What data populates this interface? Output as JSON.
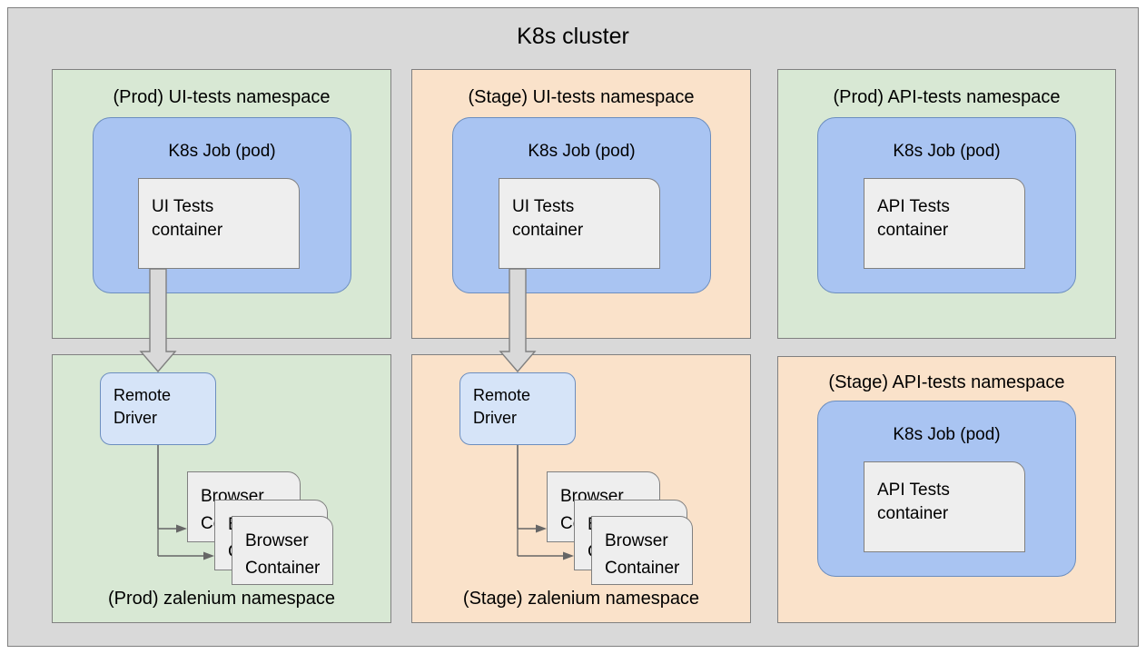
{
  "cluster": {
    "title": "K8s cluster",
    "background_color": "#d9d9d9",
    "border_color": "#808080"
  },
  "colors": {
    "namespace_prod": "#d8e8d4",
    "namespace_stage": "#fae2ca",
    "pod_fill": "#a9c4f2",
    "pod_border": "#6c8ebf",
    "container_fill": "#eeeeee",
    "container_border": "#808080",
    "driver_fill": "#d6e4f8",
    "arrow_fill": "#d9d9d9",
    "arrow_stroke": "#808080",
    "line_stroke": "#666666"
  },
  "namespaces": [
    {
      "id": "prod-ui-tests",
      "label": "(Prod) UI-tests namespace",
      "env": "Prod",
      "pod": {
        "label": "K8s Job (pod)",
        "container": {
          "line1": "UI Tests",
          "line2": "container"
        }
      }
    },
    {
      "id": "stage-ui-tests",
      "label": "(Stage) UI-tests namespace",
      "env": "Stage",
      "pod": {
        "label": "K8s Job (pod)",
        "container": {
          "line1": "UI Tests",
          "line2": "container"
        }
      }
    },
    {
      "id": "prod-api-tests",
      "label": "(Prod) API-tests namespace",
      "env": "Prod",
      "pod": {
        "label": "K8s Job (pod)",
        "container": {
          "line1": "API Tests",
          "line2": "container"
        }
      }
    },
    {
      "id": "prod-zalenium",
      "label": "(Prod) zalenium namespace",
      "env": "Prod",
      "driver": {
        "line1": "Remote",
        "line2": "Driver"
      },
      "browsers": [
        {
          "line1": "Browser",
          "line2": "Container"
        },
        {
          "line1": "Browser",
          "line2": "Container"
        },
        {
          "line1": "Browser",
          "line2": "Container"
        }
      ]
    },
    {
      "id": "stage-zalenium",
      "label": "(Stage) zalenium namespace",
      "env": "Stage",
      "driver": {
        "line1": "Remote",
        "line2": "Driver"
      },
      "browsers": [
        {
          "line1": "Browser",
          "line2": "Container"
        },
        {
          "line1": "Browser",
          "line2": "Container"
        },
        {
          "line1": "Browser",
          "line2": "Container"
        }
      ]
    },
    {
      "id": "stage-api-tests",
      "label": "(Stage) API-tests namespace",
      "env": "Stage",
      "pod": {
        "label": "K8s Job (pod)",
        "container": {
          "line1": "API Tests",
          "line2": "container"
        }
      }
    }
  ]
}
